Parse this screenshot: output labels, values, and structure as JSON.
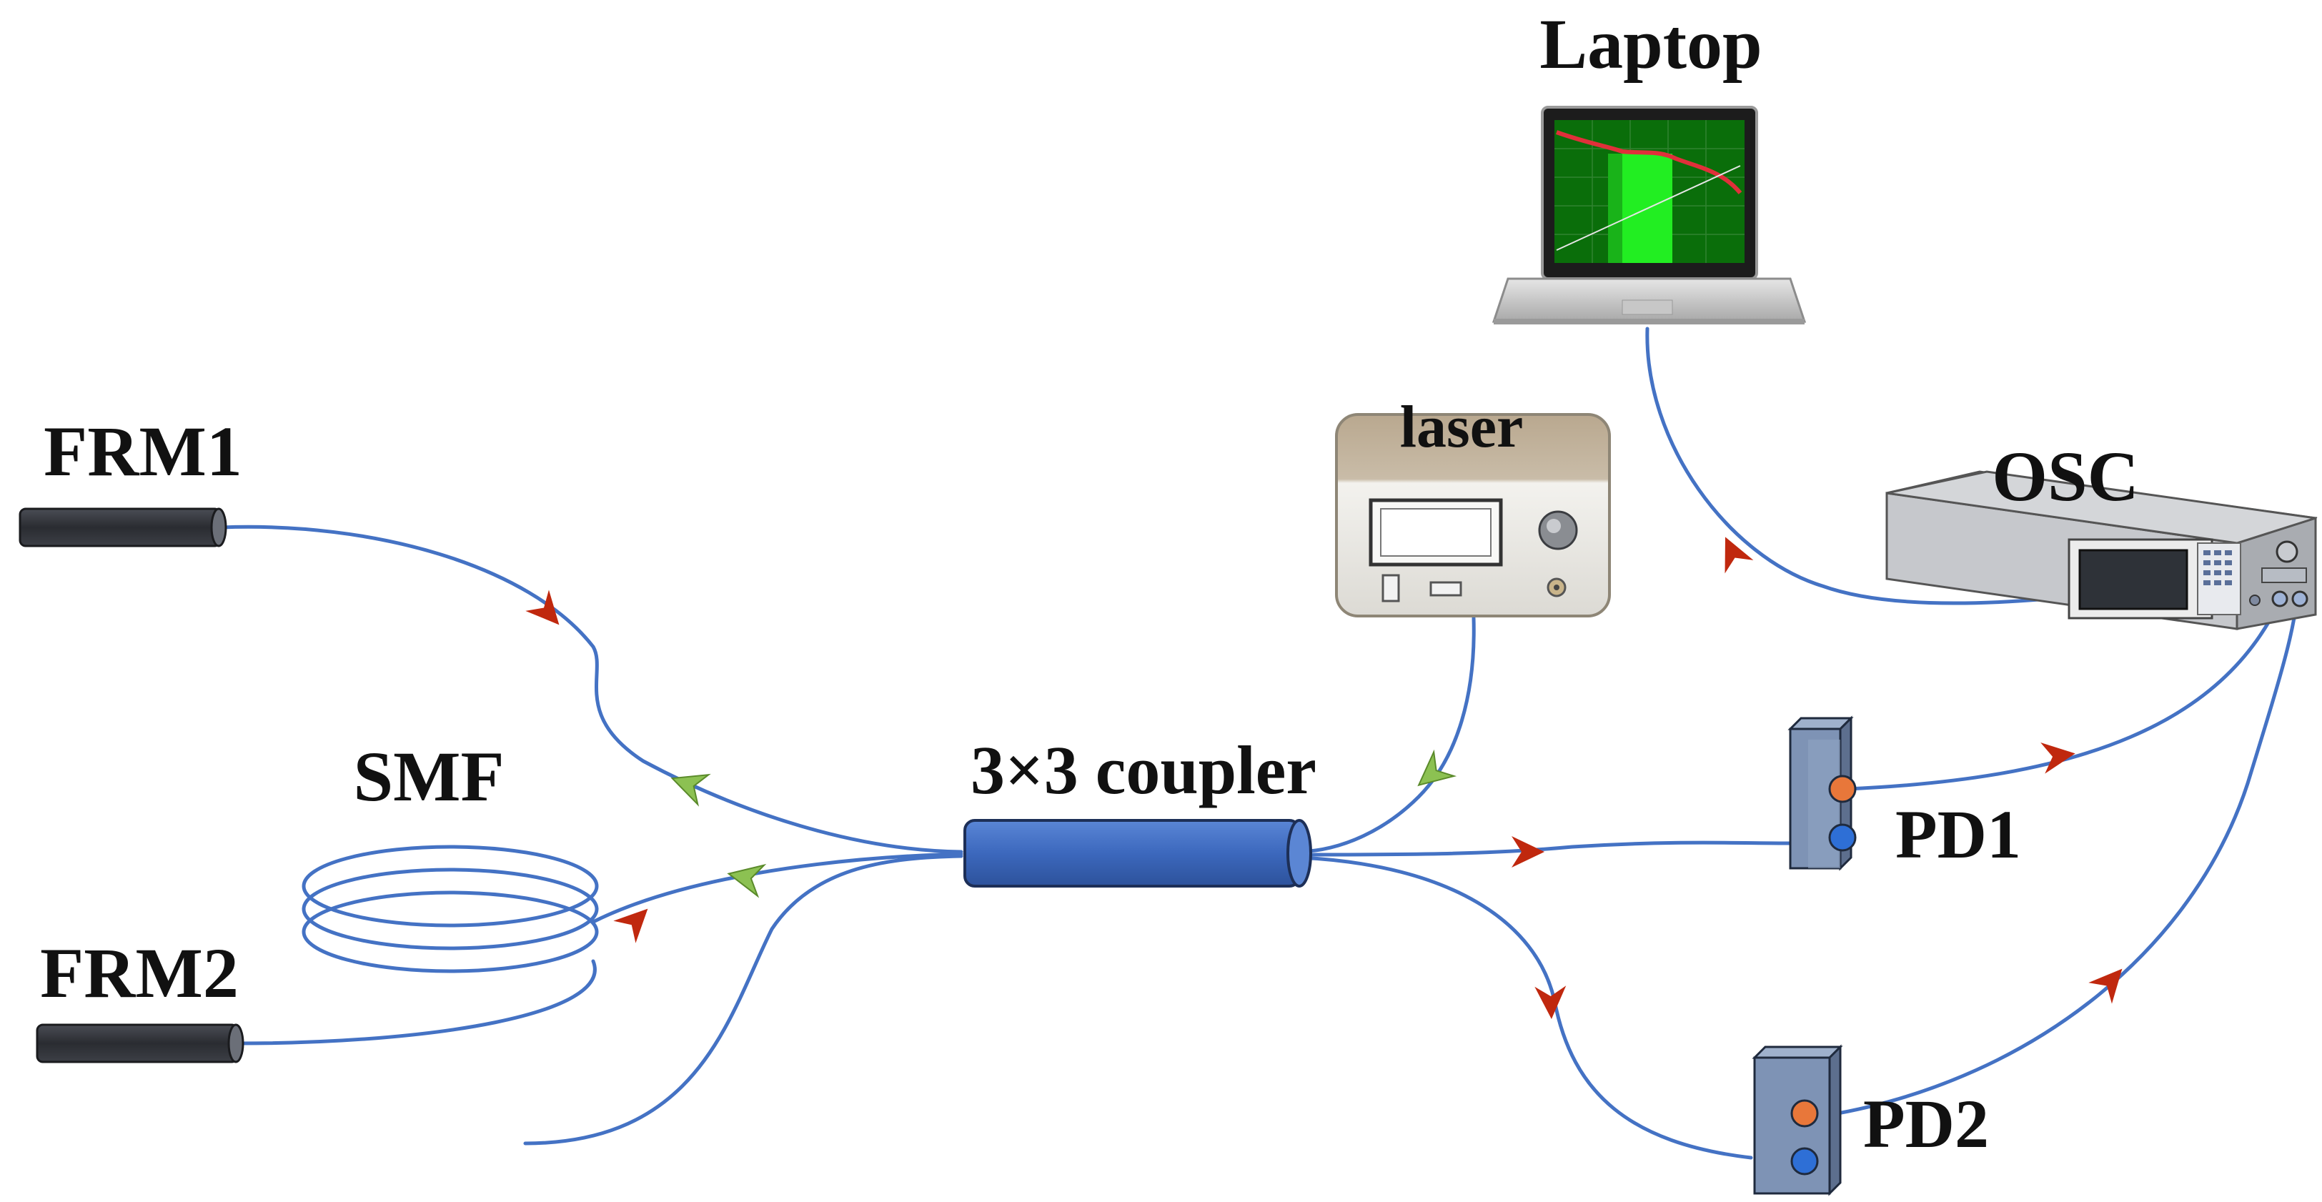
{
  "labels": {
    "laptop": "Laptop",
    "laser": "laser",
    "osc": "OSC",
    "frm1": "FRM1",
    "frm2": "FRM2",
    "smf": "SMF",
    "coupler": "3×3 coupler",
    "pd1": "PD1",
    "pd2": "PD2"
  },
  "colors": {
    "fiber": "#4472C4",
    "arrow_forward": "#C0280E",
    "arrow_return": "#8CC152",
    "coupler_body": "#3F6FC6",
    "frm_body": "#2E3036",
    "laptop_screen": "#0A6E0A",
    "trace": "#E0303A",
    "port_orange": "#E8773A",
    "port_blue": "#2E6FD6"
  },
  "icons": {
    "laptop": "laptop-icon",
    "laser": "laser-source-icon",
    "osc": "oscilloscope-icon",
    "pd": "photodetector-icon",
    "frm": "faraday-rotator-mirror-icon",
    "smf": "fiber-coil-icon",
    "coupler": "fiber-coupler-icon"
  }
}
